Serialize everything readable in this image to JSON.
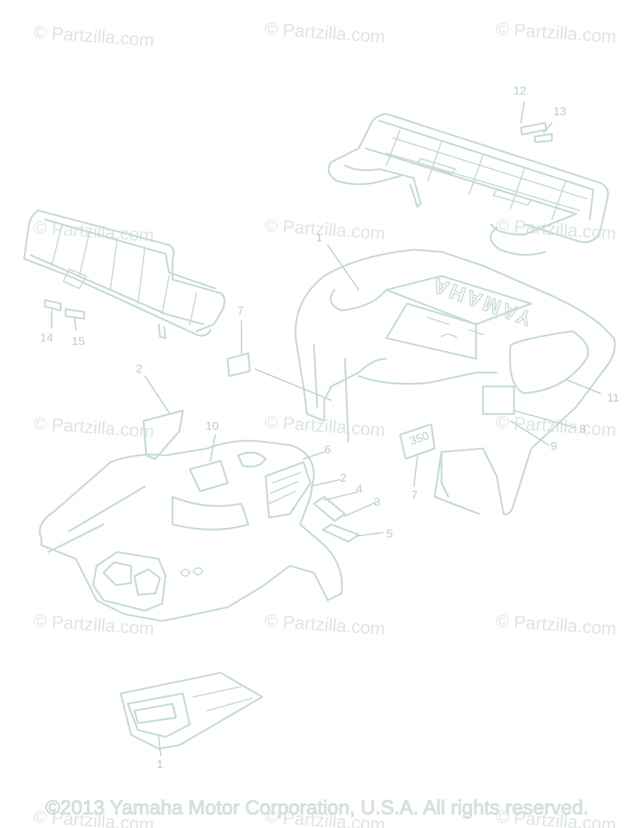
{
  "watermark": {
    "text": "© Partzilla.com"
  },
  "brand_mark": "YAMAHA",
  "displacement_badge": "350",
  "callouts": {
    "c1": "1",
    "c2a": "2",
    "c2b": "2",
    "c3": "3",
    "c4": "4",
    "c5": "5",
    "c6": "6",
    "c7a": "7",
    "c7b": "7",
    "c8": "8",
    "c9": "9",
    "c10": "10",
    "c11": "11",
    "c12": "12",
    "c13": "13",
    "c14": "14",
    "c15": "15",
    "c_top": "1"
  },
  "footer": {
    "copyright": "©2013 Yamaha Motor Corporation, U.S.A. All rights reserved."
  },
  "colors": {
    "line_art": "#c5dccd",
    "watermark": "#dde6e0",
    "background": "#ffffff"
  }
}
